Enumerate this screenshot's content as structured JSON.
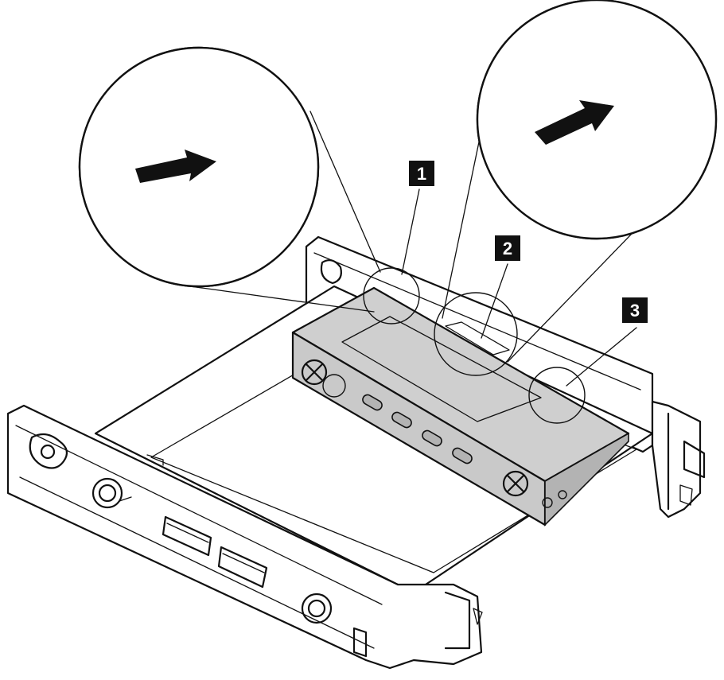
{
  "callouts": [
    {
      "number": "1"
    },
    {
      "number": "2"
    },
    {
      "number": "3"
    }
  ],
  "colors": {
    "line": "#111111",
    "drive_fill": "#c9c9c9",
    "background": "#ffffff"
  }
}
